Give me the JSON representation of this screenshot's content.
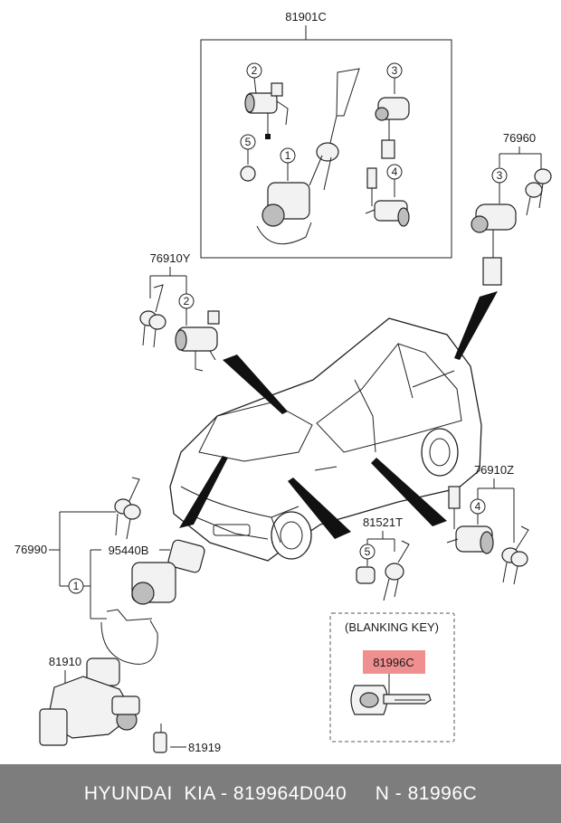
{
  "labels": {
    "assembly_top": "81901C",
    "key_set_right": "76960",
    "key_set_left_top": "76910Y",
    "key_set_right_mid": "76910Z",
    "lock_set_left": "76990",
    "housing": "95440B",
    "key_mid": "81521T",
    "lock_body": "81910",
    "switch": "81919",
    "blank_key": "81996C"
  },
  "callouts": {
    "c1": "1",
    "c2": "2",
    "c3": "3",
    "c4": "4",
    "c5": "5"
  },
  "blanking_title": "(BLANKING KEY)",
  "footer": {
    "text": "HYUNDAI  KIA - 819964D040     N - 81996C"
  },
  "colors": {
    "highlight": "#f08f8f",
    "footer_bg": "#7d7d7d"
  }
}
